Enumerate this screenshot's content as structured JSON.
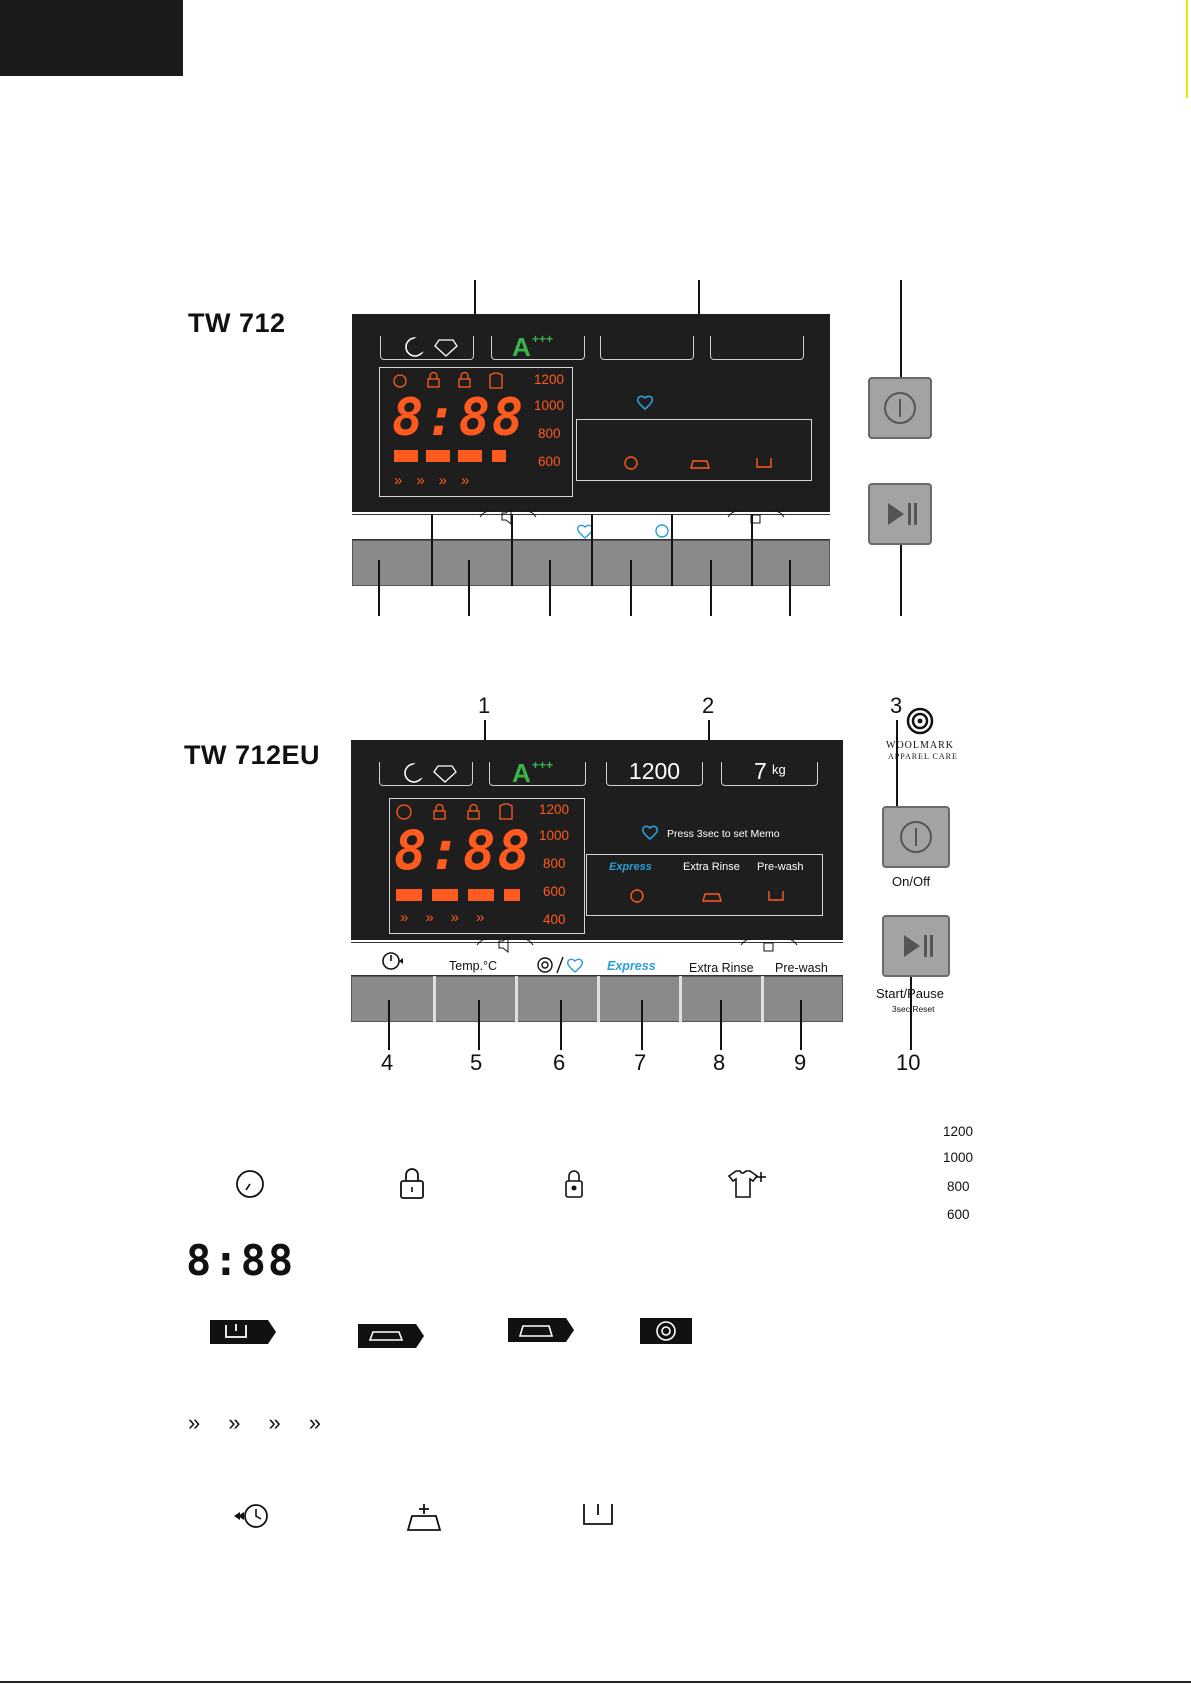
{
  "models": {
    "first": "TW 712",
    "second": "TW 712EU"
  },
  "panel2": {
    "spin_value": "1200",
    "load_value": "7",
    "load_unit": "kg",
    "memo_text": "Press 3sec to set Memo",
    "options": [
      "Express",
      "Extra Rinse",
      "Pre-wash"
    ],
    "buttons": [
      "Temp.°C",
      "Express",
      "Extra Rinse",
      "Pre-wash"
    ],
    "on_off_label": "On/Off",
    "start_pause_label": "Start/Pause",
    "reset_label": "3sec Reset",
    "woolmark_line1": "WOOLMARK",
    "woolmark_line2": "APPAREL CARE"
  },
  "digit_display": "8:88",
  "energy_label": "A",
  "energy_sup": "+++",
  "spin_speeds_panel1": [
    "1200",
    "1000",
    "800",
    "600"
  ],
  "spin_speeds_panel2": [
    "1200",
    "1000",
    "800",
    "600",
    "400"
  ],
  "legend_speeds": [
    "1200",
    "1000",
    "800",
    "600"
  ],
  "callout_numbers": [
    "1",
    "2",
    "3",
    "4",
    "5",
    "6",
    "7",
    "8",
    "9",
    "10"
  ],
  "colors": {
    "panel": "#1e1e1e",
    "led": "#ff5a1f",
    "energy": "#3cb44b",
    "accent_blue": "#2a9fd8",
    "button": "#8a8a8a"
  }
}
